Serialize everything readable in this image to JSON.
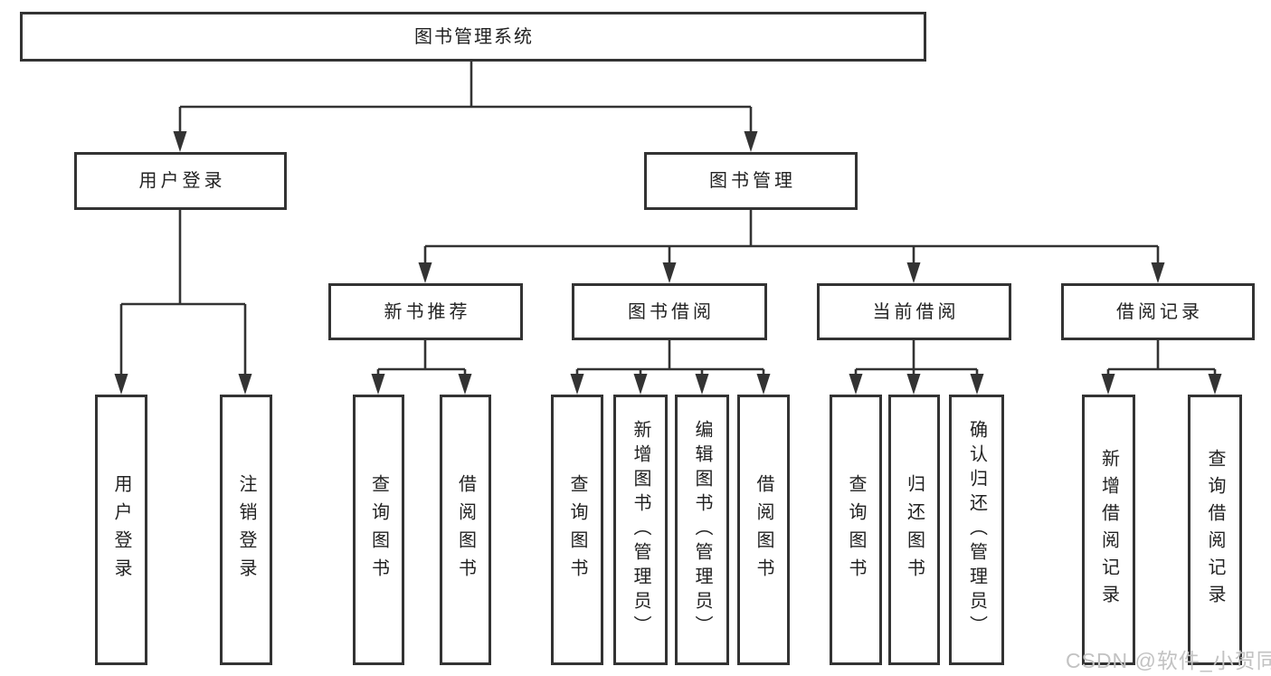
{
  "diagram": {
    "root": {
      "label": "图书管理系统"
    },
    "branches": [
      {
        "label": "用户登录",
        "children": [
          {
            "label": "用户登录"
          },
          {
            "label": "注销登录"
          }
        ]
      },
      {
        "label": "图书管理",
        "children": [
          {
            "label": "新书推荐",
            "children": [
              {
                "label": "查询图书"
              },
              {
                "label": "借阅图书"
              }
            ]
          },
          {
            "label": "图书借阅",
            "children": [
              {
                "label": "查询图书"
              },
              {
                "label": "新增图书（管理员）"
              },
              {
                "label": "编辑图书（管理员）"
              },
              {
                "label": "借阅图书"
              }
            ]
          },
          {
            "label": "当前借阅",
            "children": [
              {
                "label": "查询图书"
              },
              {
                "label": "归还图书"
              },
              {
                "label": "确认归还（管理员）"
              }
            ]
          },
          {
            "label": "借阅记录",
            "children": [
              {
                "label": "新增借阅记录"
              },
              {
                "label": "查询借阅记录"
              }
            ]
          }
        ]
      }
    ]
  },
  "watermark": {
    "text": "CSDN @软件_小贺同学"
  },
  "colors": {
    "line": "#333333",
    "text": "#222222",
    "watermark": "#c2c2c2",
    "background": "#ffffff"
  }
}
